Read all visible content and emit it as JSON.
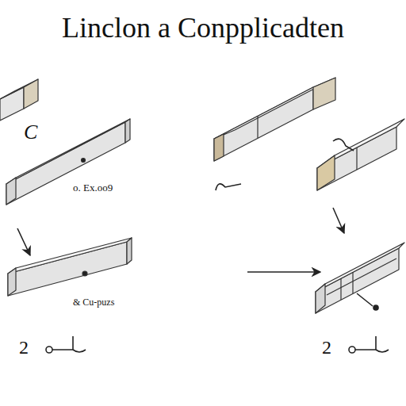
{
  "diagram": {
    "title": "Linclon a Conpplicadten",
    "labels": [
      "C",
      "o. Ex.oo9",
      "& Cu-puzs",
      "2",
      "2"
    ]
  }
}
